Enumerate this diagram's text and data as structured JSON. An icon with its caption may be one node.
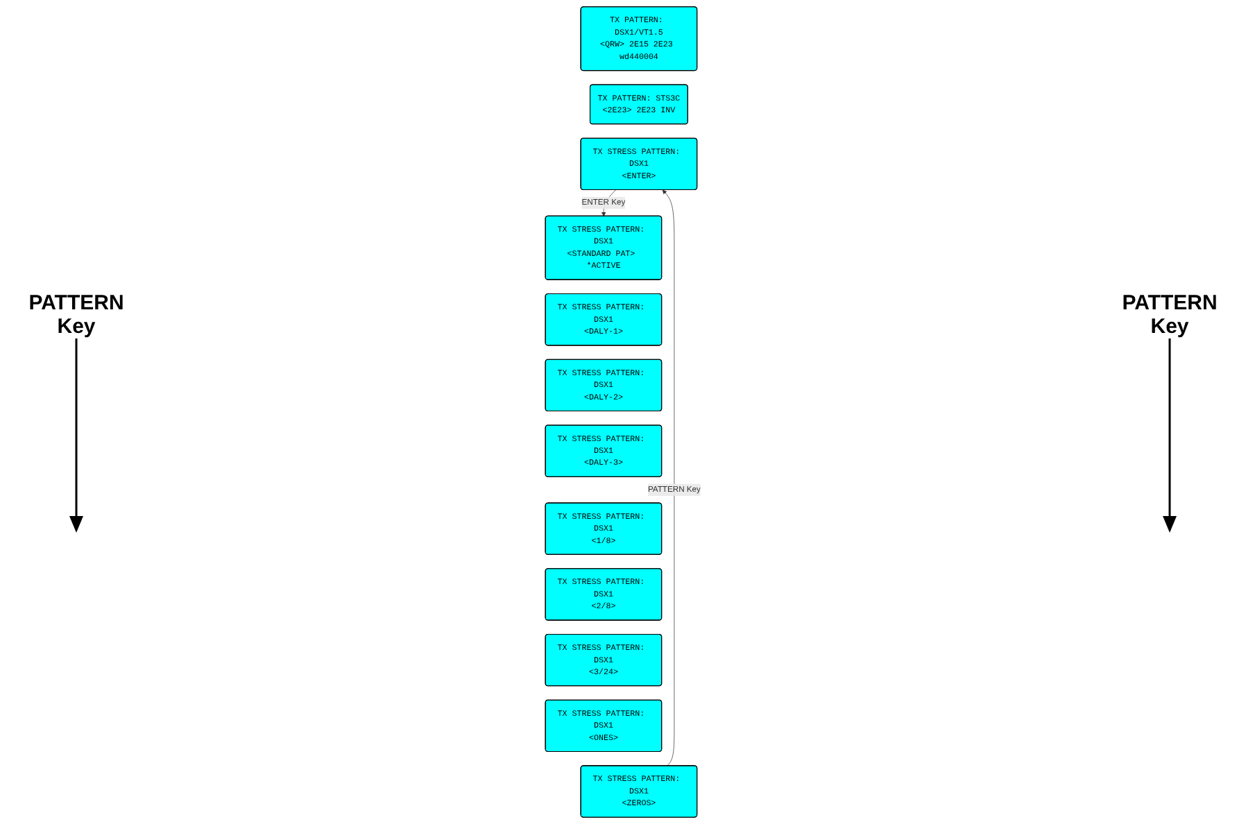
{
  "diagram": {
    "nodes": [
      {
        "text": [
          "TX PATTERN: DSX1/VT1.5",
          "<QRW> 2E15 2E23 wd440004"
        ]
      },
      {
        "text": [
          "TX PATTERN: STS3C",
          "<2E23> 2E23 INV"
        ]
      },
      {
        "text": [
          "TX STRESS PATTERN: DSX1",
          "<ENTER>"
        ]
      },
      {
        "text": [
          "TX STRESS PATTERN: DSX1",
          "<STANDARD PAT> *ACTIVE"
        ]
      },
      {
        "text": [
          "TX STRESS PATTERN: DSX1",
          "<DALY-1>"
        ]
      },
      {
        "text": [
          "TX STRESS PATTERN: DSX1",
          "<DALY-2>"
        ]
      },
      {
        "text": [
          "TX STRESS PATTERN: DSX1",
          "<DALY-3>"
        ]
      },
      {
        "text": [
          "TX STRESS PATTERN: DSX1",
          "<1/8>"
        ]
      },
      {
        "text": [
          "TX STRESS PATTERN: DSX1",
          "<2/8>"
        ]
      },
      {
        "text": [
          "TX STRESS PATTERN: DSX1",
          "<3/24>"
        ]
      },
      {
        "text": [
          "TX STRESS PATTERN: DSX1",
          "<ONES>"
        ]
      },
      {
        "text": [
          "TX STRESS PATTERN: DSX1",
          "<ZEROS>"
        ]
      }
    ],
    "edges": [
      {
        "from": 2,
        "to": 3,
        "arrow": "to",
        "label": "ENTER Key"
      },
      {
        "from": 11,
        "to": 2,
        "arrow": "to",
        "label": "PATTERN Key"
      }
    ],
    "labels": [
      "PATTERN Key",
      "PATTERN Key"
    ]
  }
}
